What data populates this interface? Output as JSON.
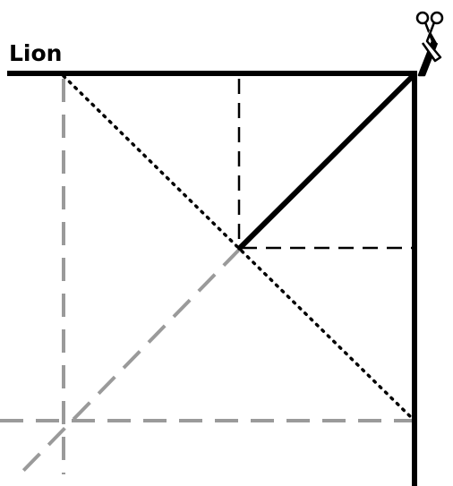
{
  "diagram": {
    "label": "Lion",
    "icon": "scissors-icon",
    "colors": {
      "ink": "#000000",
      "guide": "#9a9a9a",
      "background": "#ffffff"
    },
    "line_styles": {
      "cut": "solid",
      "fold_valley": "dashed",
      "fold_mountain": "dotted",
      "hidden": "dashed-gray"
    }
  }
}
